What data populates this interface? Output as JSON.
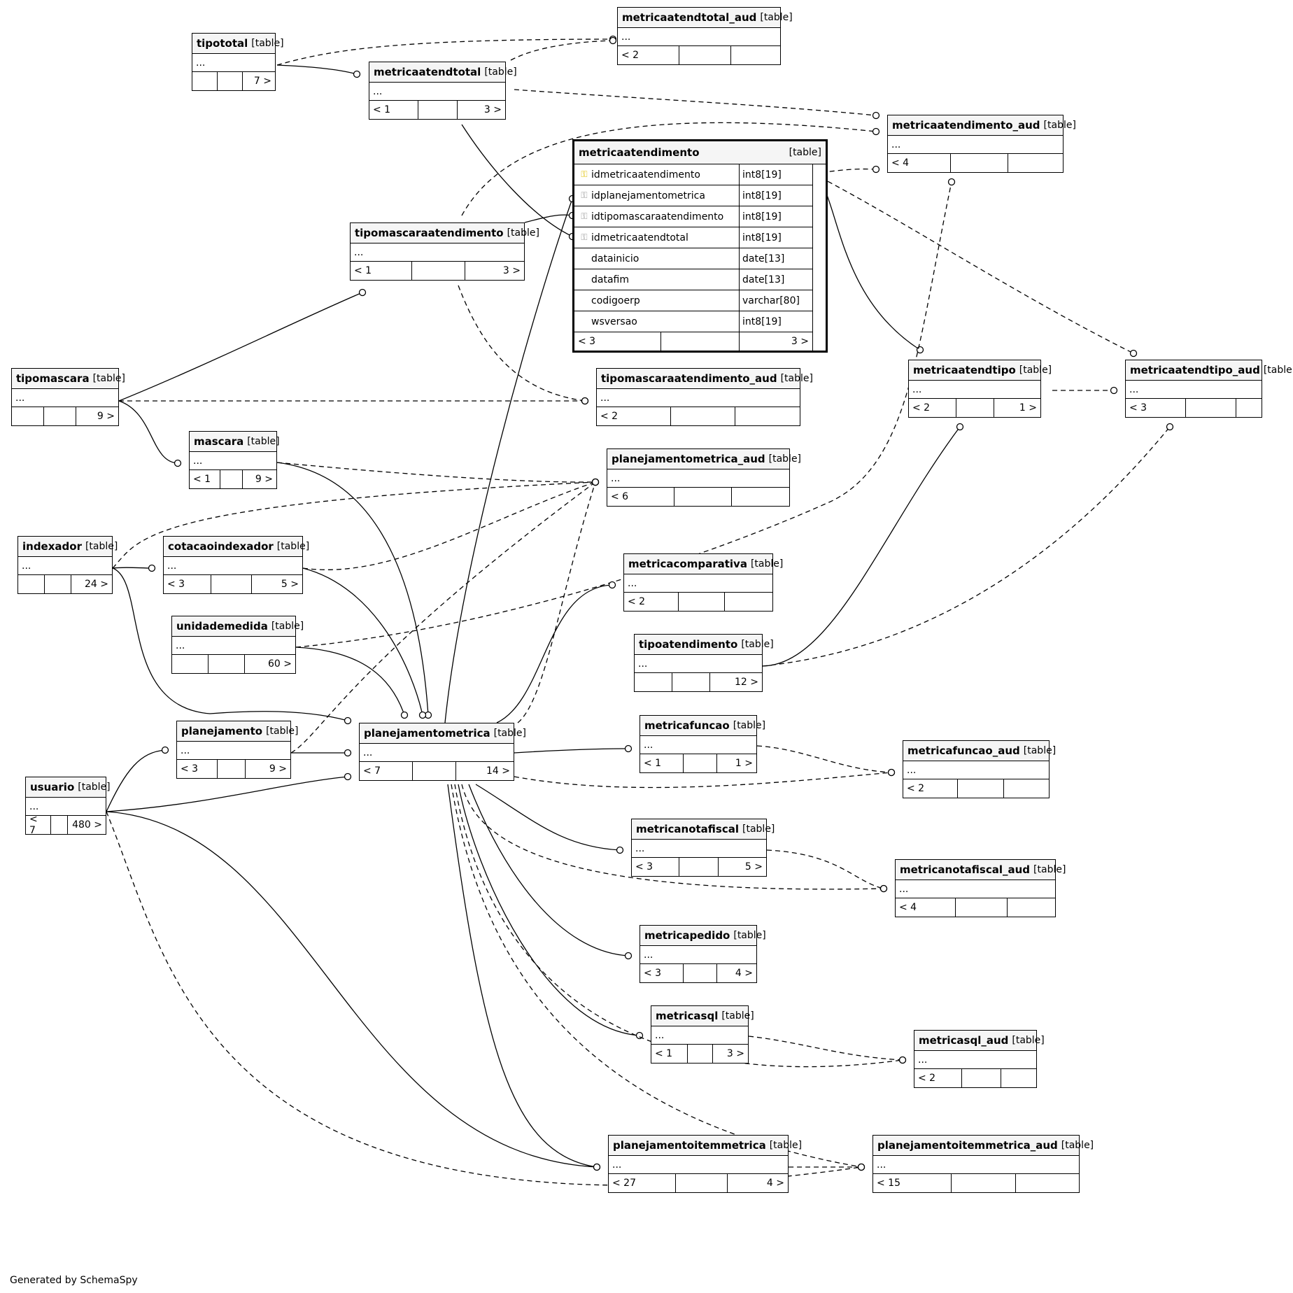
{
  "footer": "Generated by SchemaSpy",
  "tables": {
    "tipototal": {
      "name": "tipototal",
      "tag": "[table]",
      "dots": "...",
      "foot": [
        "",
        "",
        "7 >"
      ]
    },
    "metricaatendtotal_aud": {
      "name": "metricaatendtotal_aud",
      "tag": "[table]",
      "dots": "...",
      "foot": [
        "< 2",
        "",
        ""
      ]
    },
    "metricaatendtotal": {
      "name": "metricaatendtotal",
      "tag": "[table]",
      "dots": "...",
      "foot": [
        "< 1",
        "",
        "3 >"
      ]
    },
    "metricaatendimento_aud": {
      "name": "metricaatendimento_aud",
      "tag": "[table]",
      "dots": "...",
      "foot": [
        "< 4",
        "",
        ""
      ]
    },
    "metricaatendimento": {
      "name": "metricaatendimento",
      "tag": "[table]",
      "foot": [
        "< 3",
        "",
        "3 >"
      ],
      "columns": [
        {
          "name": "idmetricaatendimento",
          "type": "int8[19]",
          "key": "pk"
        },
        {
          "name": "idplanejamentometrica",
          "type": "int8[19]",
          "key": "fk"
        },
        {
          "name": "idtipomascaraatendimento",
          "type": "int8[19]",
          "key": "fk"
        },
        {
          "name": "idmetricaatendtotal",
          "type": "int8[19]",
          "key": "fk"
        },
        {
          "name": "datainicio",
          "type": "date[13]",
          "key": ""
        },
        {
          "name": "datafim",
          "type": "date[13]",
          "key": ""
        },
        {
          "name": "codigoerp",
          "type": "varchar[80]",
          "key": ""
        },
        {
          "name": "wsversao",
          "type": "int8[19]",
          "key": ""
        }
      ]
    },
    "tipomascaraatendimento": {
      "name": "tipomascaraatendimento",
      "tag": "[table]",
      "dots": "...",
      "foot": [
        "< 1",
        "",
        "3 >"
      ]
    },
    "tipomascara": {
      "name": "tipomascara",
      "tag": "[table]",
      "dots": "...",
      "foot": [
        "",
        "",
        "9 >"
      ]
    },
    "tipomascaraatendimento_aud": {
      "name": "tipomascaraatendimento_aud",
      "tag": "[table]",
      "dots": "...",
      "foot": [
        "< 2",
        "",
        ""
      ]
    },
    "metricaatendtipo": {
      "name": "metricaatendtipo",
      "tag": "[table]",
      "dots": "...",
      "foot": [
        "< 2",
        "",
        "1 >"
      ]
    },
    "metricaatendtipo_aud": {
      "name": "metricaatendtipo_aud",
      "tag": "[table]",
      "dots": "...",
      "foot": [
        "< 3",
        "",
        ""
      ]
    },
    "mascara": {
      "name": "mascara",
      "tag": "[table]",
      "dots": "...",
      "foot": [
        "< 1",
        "",
        "9 >"
      ]
    },
    "planejamentometrica_aud": {
      "name": "planejamentometrica_aud",
      "tag": "[table]",
      "dots": "...",
      "foot": [
        "< 6",
        "",
        ""
      ]
    },
    "indexador": {
      "name": "indexador",
      "tag": "[table]",
      "dots": "...",
      "foot": [
        "",
        "",
        "24 >"
      ]
    },
    "cotacaoindexador": {
      "name": "cotacaoindexador",
      "tag": "[table]",
      "dots": "...",
      "foot": [
        "< 3",
        "",
        "5 >"
      ]
    },
    "metricacomparativa": {
      "name": "metricacomparativa",
      "tag": "[table]",
      "dots": "...",
      "foot": [
        "< 2",
        "",
        ""
      ]
    },
    "unidademedida": {
      "name": "unidademedida",
      "tag": "[table]",
      "dots": "...",
      "foot": [
        "",
        "",
        "60 >"
      ]
    },
    "tipoatendimento": {
      "name": "tipoatendimento",
      "tag": "[table]",
      "dots": "...",
      "foot": [
        "",
        "",
        "12 >"
      ]
    },
    "planejamento": {
      "name": "planejamento",
      "tag": "[table]",
      "dots": "...",
      "foot": [
        "< 3",
        "",
        "9 >"
      ]
    },
    "planejamentometrica": {
      "name": "planejamentometrica",
      "tag": "[table]",
      "dots": "...",
      "foot": [
        "< 7",
        "",
        "14 >"
      ]
    },
    "metricafuncao": {
      "name": "metricafuncao",
      "tag": "[table]",
      "dots": "...",
      "foot": [
        "< 1",
        "",
        "1 >"
      ]
    },
    "metricafuncao_aud": {
      "name": "metricafuncao_aud",
      "tag": "[table]",
      "dots": "...",
      "foot": [
        "< 2",
        "",
        ""
      ]
    },
    "usuario": {
      "name": "usuario",
      "tag": "[table]",
      "dots": "...",
      "foot": [
        "< 7",
        "",
        "480 >"
      ]
    },
    "metricanotafiscal": {
      "name": "metricanotafiscal",
      "tag": "[table]",
      "dots": "...",
      "foot": [
        "< 3",
        "",
        "5 >"
      ]
    },
    "metricanotafiscal_aud": {
      "name": "metricanotafiscal_aud",
      "tag": "[table]",
      "dots": "...",
      "foot": [
        "< 4",
        "",
        ""
      ]
    },
    "metricapedido": {
      "name": "metricapedido",
      "tag": "[table]",
      "dots": "...",
      "foot": [
        "< 3",
        "",
        "4 >"
      ]
    },
    "metricasql": {
      "name": "metricasql",
      "tag": "[table]",
      "dots": "...",
      "foot": [
        "< 1",
        "",
        "3 >"
      ]
    },
    "metricasql_aud": {
      "name": "metricasql_aud",
      "tag": "[table]",
      "dots": "...",
      "foot": [
        "< 2",
        "",
        ""
      ]
    },
    "planejamentoitemmetrica": {
      "name": "planejamentoitemmetrica",
      "tag": "[table]",
      "dots": "...",
      "foot": [
        "< 27",
        "",
        "4 >"
      ]
    },
    "planejamentoitemmetrica_aud": {
      "name": "planejamentoitemmetrica_aud",
      "tag": "[table]",
      "dots": "...",
      "foot": [
        "< 15",
        "",
        ""
      ]
    }
  },
  "relationships": [
    {
      "from": "tipototal",
      "to": "metricaatendtotal",
      "style": "solid"
    },
    {
      "from": "tipototal",
      "to": "metricaatendtotal_aud",
      "style": "dashed"
    },
    {
      "from": "metricaatendtotal",
      "to": "metricaatendtotal_aud",
      "style": "dashed"
    },
    {
      "from": "metricaatendtotal",
      "to": "metricaatendimento_aud",
      "style": "dashed"
    },
    {
      "from": "metricaatendtotal",
      "to": "metricaatendimento",
      "style": "solid"
    },
    {
      "from": "tipomascaraatendimento",
      "to": "metricaatendimento_aud",
      "style": "dashed"
    },
    {
      "from": "tipomascaraatendimento",
      "to": "metricaatendimento",
      "style": "solid"
    },
    {
      "from": "metricaatendimento",
      "to": "metricaatendimento_aud",
      "style": "dashed"
    },
    {
      "from": "metricaatendimento",
      "to": "metricaatendtipo",
      "style": "solid"
    },
    {
      "from": "metricaatendimento",
      "to": "metricaatendtipo_aud",
      "style": "dashed"
    },
    {
      "from": "metricaatendtipo",
      "to": "metricaatendtipo_aud",
      "style": "dashed"
    },
    {
      "from": "tipomascara",
      "to": "tipomascaraatendimento",
      "style": "solid"
    },
    {
      "from": "tipomascara",
      "to": "tipomascaraatendimento_aud",
      "style": "dashed"
    },
    {
      "from": "tipomascaraatendimento",
      "to": "tipomascaraatendimento_aud",
      "style": "dashed"
    },
    {
      "from": "tipomascara",
      "to": "mascara",
      "style": "solid"
    },
    {
      "from": "mascara",
      "to": "planejamentometrica_aud",
      "style": "dashed"
    },
    {
      "from": "mascara",
      "to": "planejamentometrica",
      "style": "solid"
    },
    {
      "from": "indexador",
      "to": "cotacaoindexador",
      "style": "solid"
    },
    {
      "from": "indexador",
      "to": "planejamentometrica_aud",
      "style": "dashed"
    },
    {
      "from": "indexador",
      "to": "planejamentometrica",
      "style": "solid"
    },
    {
      "from": "cotacaoindexador",
      "to": "planejamentometrica_aud",
      "style": "dashed"
    },
    {
      "from": "cotacaoindexador",
      "to": "planejamentometrica",
      "style": "solid"
    },
    {
      "from": "unidademedida",
      "to": "planejamentometrica",
      "style": "solid"
    },
    {
      "from": "unidademedida",
      "to": "metricaatendimento_aud",
      "style": "dashed"
    },
    {
      "from": "tipoatendimento",
      "to": "metricaatendtipo",
      "style": "solid"
    },
    {
      "from": "tipoatendimento",
      "to": "metricaatendtipo_aud",
      "style": "dashed"
    },
    {
      "from": "usuario",
      "to": "planejamento",
      "style": "solid"
    },
    {
      "from": "usuario",
      "to": "planejamentometrica",
      "style": "solid"
    },
    {
      "from": "usuario",
      "to": "planejamentoitemmetrica",
      "style": "solid"
    },
    {
      "from": "usuario",
      "to": "planejamentoitemmetrica_aud",
      "style": "dashed"
    },
    {
      "from": "planejamento",
      "to": "planejamentometrica",
      "style": "solid"
    },
    {
      "from": "planejamento",
      "to": "planejamentometrica_aud",
      "style": "dashed"
    },
    {
      "from": "planejamentometrica",
      "to": "metricaatendimento",
      "style": "solid"
    },
    {
      "from": "planejamentometrica",
      "to": "metricacomparativa",
      "style": "solid"
    },
    {
      "from": "planejamentometrica",
      "to": "planejamentometrica_aud",
      "style": "dashed"
    },
    {
      "from": "planejamentometrica",
      "to": "metricafuncao",
      "style": "solid"
    },
    {
      "from": "planejamentometrica",
      "to": "metricafuncao_aud",
      "style": "dashed"
    },
    {
      "from": "planejamentometrica",
      "to": "metricanotafiscal",
      "style": "solid"
    },
    {
      "from": "planejamentometrica",
      "to": "metricanotafiscal_aud",
      "style": "dashed"
    },
    {
      "from": "planejamentometrica",
      "to": "metricapedido",
      "style": "solid"
    },
    {
      "from": "planejamentometrica",
      "to": "metricasql",
      "style": "solid"
    },
    {
      "from": "planejamentometrica",
      "to": "metricasql_aud",
      "style": "dashed"
    },
    {
      "from": "planejamentometrica",
      "to": "planejamentoitemmetrica",
      "style": "solid"
    },
    {
      "from": "planejamentometrica",
      "to": "planejamentoitemmetrica_aud",
      "style": "dashed"
    },
    {
      "from": "metricafuncao",
      "to": "metricafuncao_aud",
      "style": "dashed"
    },
    {
      "from": "metricanotafiscal",
      "to": "metricanotafiscal_aud",
      "style": "dashed"
    },
    {
      "from": "metricasql",
      "to": "metricasql_aud",
      "style": "dashed"
    },
    {
      "from": "planejamentoitemmetrica",
      "to": "planejamentoitemmetrica_aud",
      "style": "dashed"
    }
  ]
}
